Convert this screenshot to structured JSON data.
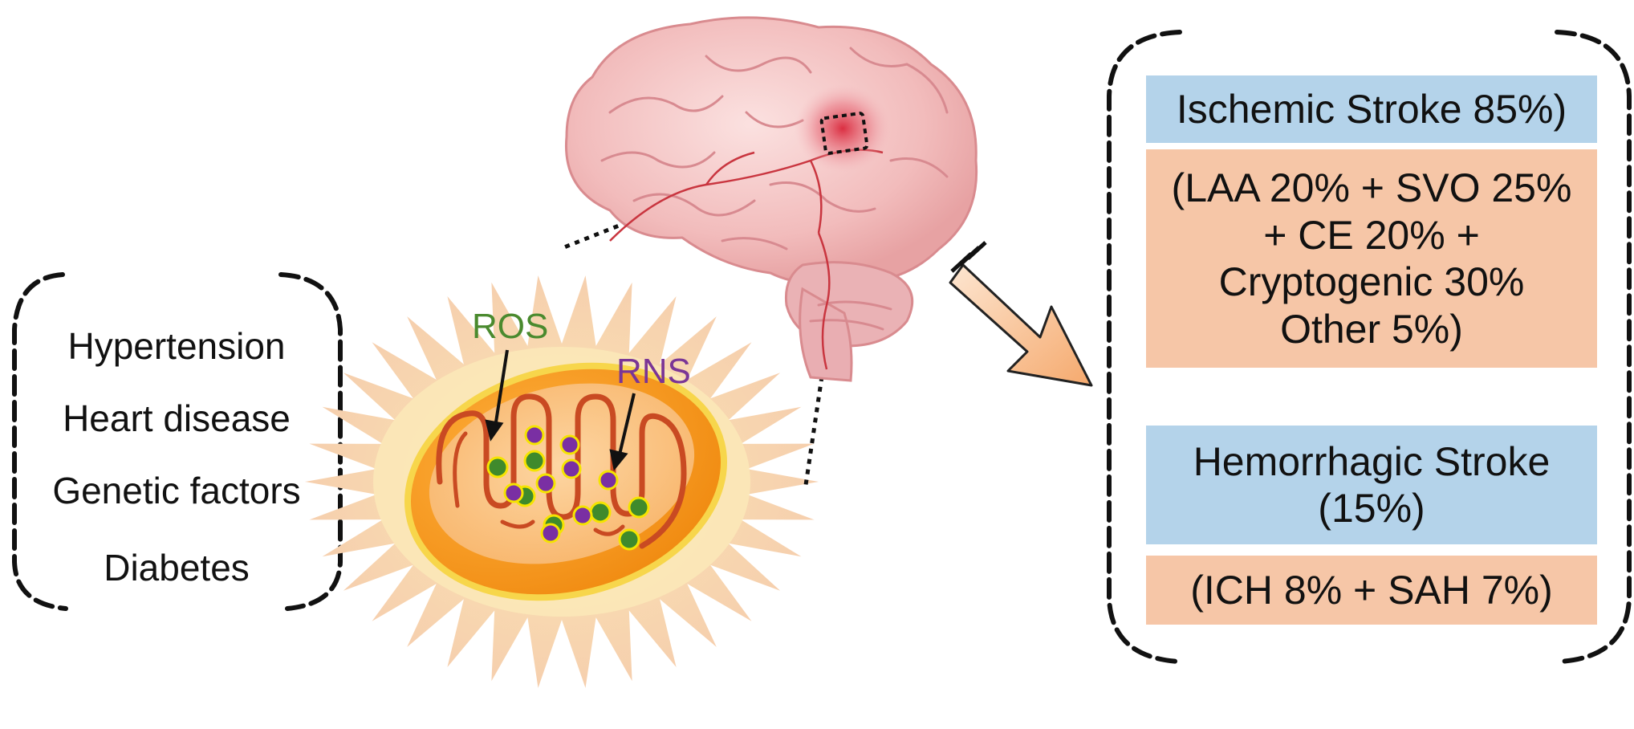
{
  "risk_factors": {
    "items": [
      "Hypertension",
      "Heart disease",
      "Genetic factors",
      "Diabetes"
    ]
  },
  "mitochondrion": {
    "ros_label": "ROS",
    "rns_label": "RNS",
    "colors": {
      "ros": "#4a8a2e",
      "rns": "#7a3596",
      "ros_dot": "#3f8a2c",
      "rns_dot": "#7a2fa3"
    }
  },
  "stroke_types": {
    "ischemic_title": "Ischemic Stroke 85%)",
    "ischemic_detail": [
      "(LAA 20% + SVO 25%",
      "+ CE 20% +",
      "Cryptogenic 30%",
      "Other 5%)"
    ],
    "hemorrhagic_title": [
      "Hemorrhagic Stroke",
      "(15%)"
    ],
    "hemorrhagic_detail": "(ICH 8% + SAH 7%)",
    "colors": {
      "title_box": "#b4d3ea",
      "detail_box": "#f6c6a7"
    }
  }
}
